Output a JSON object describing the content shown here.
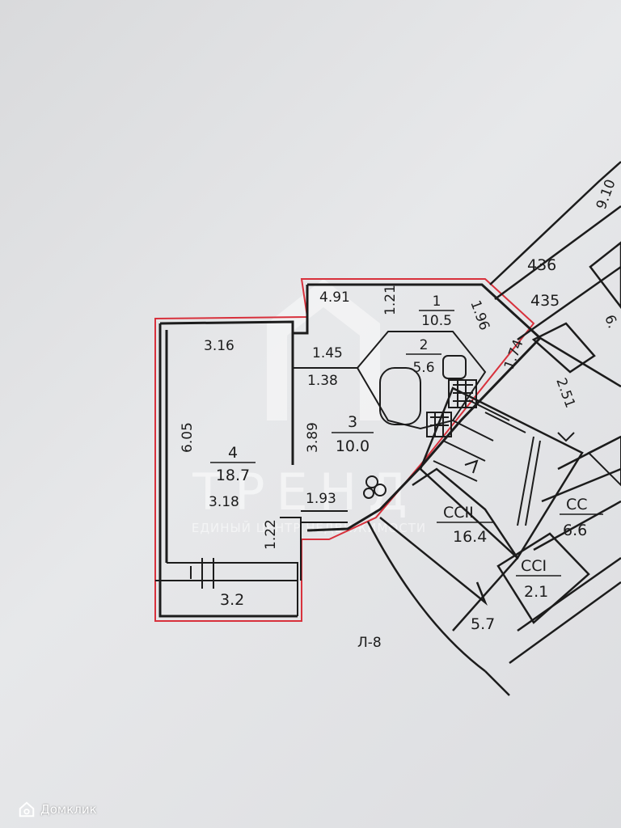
{
  "plan": {
    "rooms": [
      {
        "number": "1",
        "area": "10.5"
      },
      {
        "number": "2",
        "area": "5.6"
      },
      {
        "number": "3",
        "area": "10.0"
      },
      {
        "number": "4",
        "area": "18.7"
      }
    ],
    "dimensions": [
      "4.91",
      "1.21",
      "1.96",
      "1.74",
      "3.16",
      "1.45",
      "1.38",
      "3.89",
      "6.05",
      "3.18",
      "1.93",
      "1.22",
      "3.2",
      "2.51",
      "5.7",
      "9.10",
      "6."
    ],
    "neighbors": {
      "unit_436": "436",
      "unit_435": "435",
      "ccii_label": "CCII",
      "ccii_area": "16.4",
      "cc_label": "CC",
      "cc_area": "6.6",
      "cci_label": "CCI",
      "cci_area": "2.1"
    },
    "section_label": "Л-8"
  },
  "watermark": {
    "brand": "ТРЕНД",
    "tagline": "ЕДИНЫЙ ЦЕНТР НЕДВИЖИМОСТИ"
  },
  "footer": {
    "logo_text": "Домклик"
  },
  "colors": {
    "outline": "#d8313c",
    "ink": "#1c1c1c",
    "paper": "#e2e3e5"
  }
}
